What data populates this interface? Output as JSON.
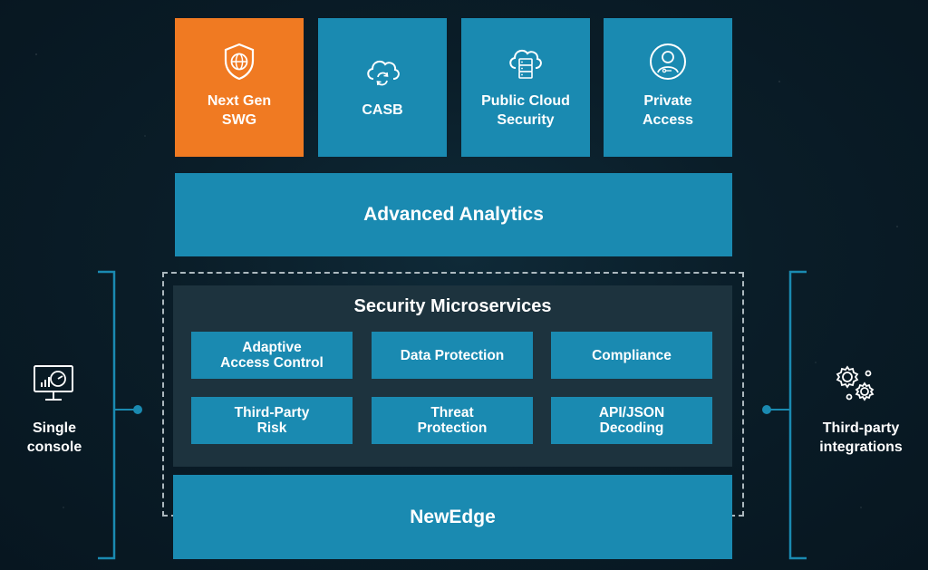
{
  "tiles": [
    {
      "label_lines": [
        "Next Gen",
        "SWG"
      ],
      "icon": "shield-globe-icon"
    },
    {
      "label_lines": [
        "CASB"
      ],
      "icon": "cloud-sync-icon"
    },
    {
      "label_lines": [
        "Public Cloud",
        "Security"
      ],
      "icon": "cloud-server-icon"
    },
    {
      "label_lines": [
        "Private",
        "Access"
      ],
      "icon": "user-key-icon"
    }
  ],
  "analytics": {
    "label": "Advanced Analytics"
  },
  "microservices": {
    "title": "Security Microservices",
    "items": [
      {
        "line1": "Adaptive",
        "line2": "Access Control"
      },
      {
        "line1": "Data Protection",
        "line2": ""
      },
      {
        "line1": "Compliance",
        "line2": ""
      },
      {
        "line1": "Third-Party",
        "line2": "Risk"
      },
      {
        "line1": "Threat",
        "line2": "Protection"
      },
      {
        "line1": "API/JSON",
        "line2": "Decoding"
      }
    ]
  },
  "newedge": {
    "label": "NewEdge"
  },
  "left_side": {
    "line1": "Single",
    "line2": "console",
    "icon": "monitor-gauge-icon"
  },
  "right_side": {
    "line1": "Third-party",
    "line2": "integrations",
    "icon": "gears-icon"
  },
  "colors": {
    "tile_blue": "#1a8ab1",
    "accent_orange": "#f07a22",
    "panel": "#1d333e",
    "background": "#0a1d28"
  }
}
